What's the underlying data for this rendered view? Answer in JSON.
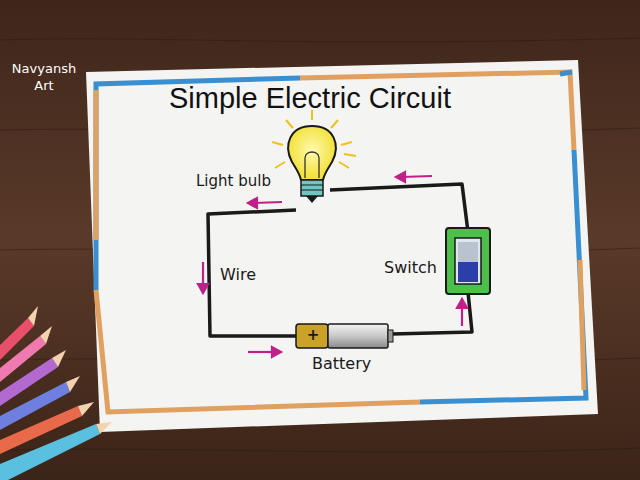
{
  "diagram": {
    "title": "Simple Electric Circuit",
    "labels": [
      "Navyansh Art",
      "Light bulb",
      "Wire",
      "Switch",
      "Battery",
      "+"
    ]
  }
}
